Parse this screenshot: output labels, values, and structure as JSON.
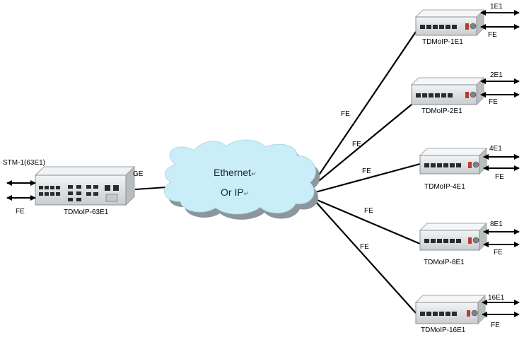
{
  "central": {
    "name": "TDMoIP-63E1",
    "stm_label": "STM-1(63E1)",
    "fe_label": "FE",
    "ge_label": "GE"
  },
  "cloud": {
    "line1": "Ethernet",
    "line2": "Or IP",
    "mark": "↵"
  },
  "remotes": [
    {
      "name": "TDMoIP-1E1",
      "e1_label": "1E1",
      "fe_label": "FE",
      "link_label": ""
    },
    {
      "name": "TDMoIP-2E1",
      "e1_label": "2E1",
      "fe_label": "FE",
      "link_label": "FE"
    },
    {
      "name": "TDMoIP-4E1",
      "e1_label": "4E1",
      "fe_label": "FE",
      "link_label": "FE"
    },
    {
      "name": "TDMoIP-8E1",
      "e1_label": "8E1",
      "fe_label": "FE",
      "link_label": "FE"
    },
    {
      "name": "TDMoIP-16E1",
      "e1_label": "16E1",
      "fe_label": "FE",
      "link_label": "FE"
    }
  ],
  "extra_link_label": "FE",
  "colors": {
    "cloud_fill": "#c9eef8",
    "cloud_shadow": "#8d969c",
    "device_body": "#e3e6e8",
    "device_top": "#f4f6f7",
    "port": "#2b2b2b",
    "line": "#000000"
  }
}
